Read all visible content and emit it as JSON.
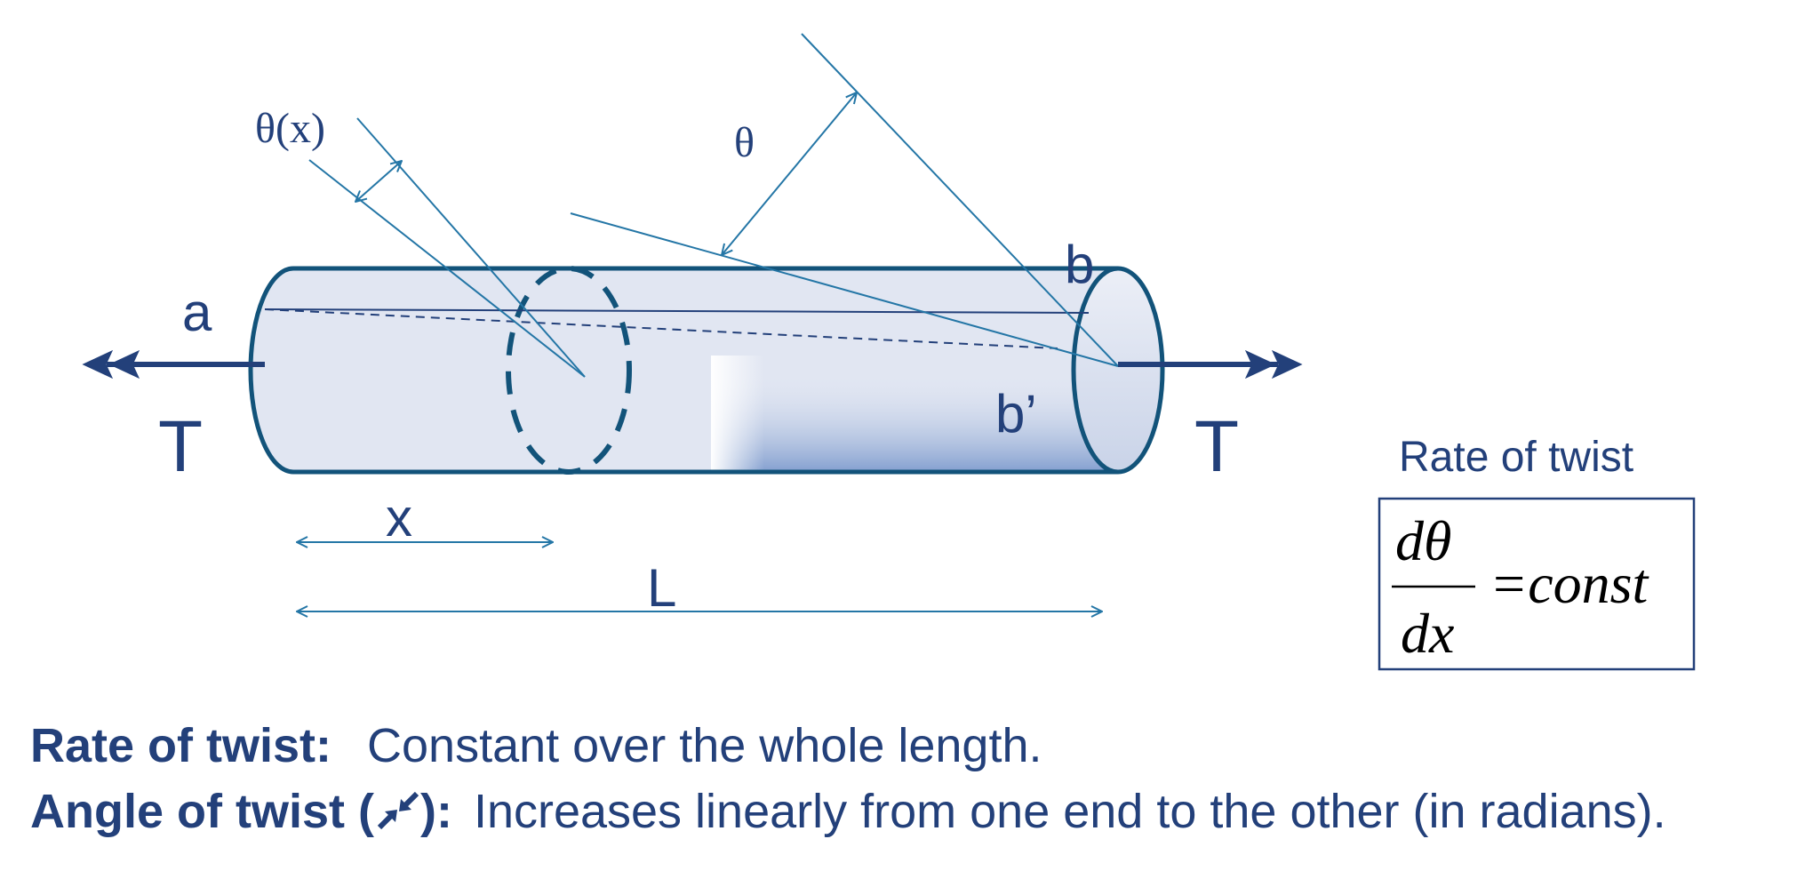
{
  "diagram": {
    "labels": {
      "theta_x": "θ(x)",
      "theta": "θ",
      "a": "a",
      "b": "b",
      "b_prime": "b’",
      "T_left": "T",
      "T_right": "T",
      "x": "x",
      "L": "L"
    },
    "rate_caption": "Rate of twist",
    "formula": {
      "numerator": "dθ",
      "denominator": "dx",
      "rhs": "=const"
    }
  },
  "statements": [
    {
      "term": "Rate of twist:",
      "description": "Constant over the whole length."
    },
    {
      "term": "Angle of twist (",
      "icon": "diagonal-arrows-icon",
      "term_end": "):",
      "description": "Increases linearly from one end to the other (in radians)."
    }
  ],
  "colors": {
    "text": "#23407a",
    "outline": "#12537a",
    "thin_line": "#2476a6",
    "shaft_fill": "#e1e6f2",
    "shaft_shadow": "#7f9cce"
  }
}
